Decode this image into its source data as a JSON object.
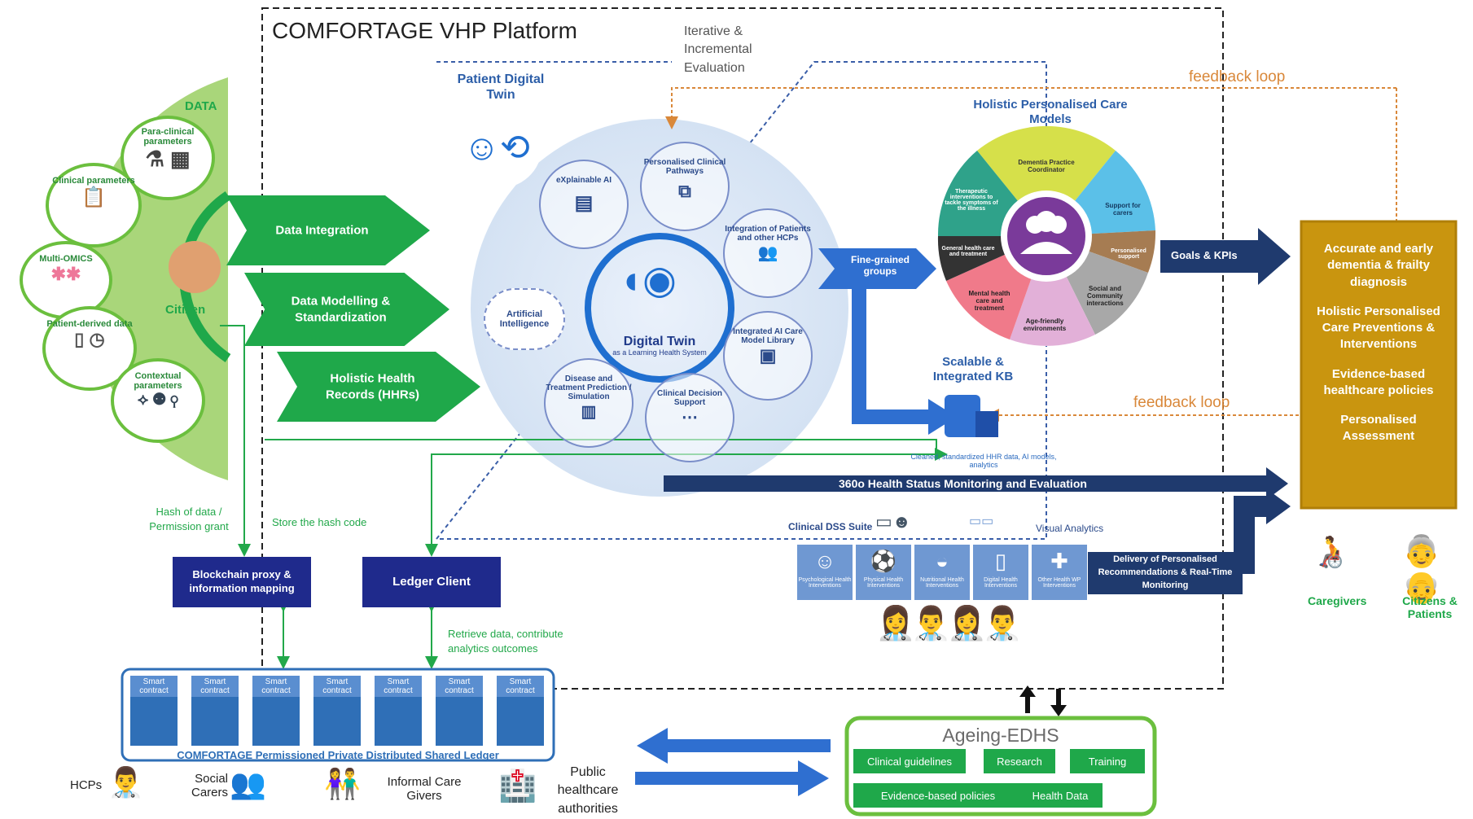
{
  "platform_title": "COMFORTAGE VHP Platform",
  "iterative_label": [
    "Iterative &",
    "Incremental",
    "Evaluation"
  ],
  "feedback_top": "feedback loop",
  "feedback_mid": "feedback loop",
  "data_panel": {
    "title": "DATA",
    "items": [
      "Para-clinical parameters",
      "Clinical parameters",
      "Multi-OMICS",
      "Patient-derived data",
      "Contextual parameters"
    ],
    "citizen": "Citizen"
  },
  "arrows": {
    "integration": "Data Integration",
    "modelling": "Data Modelling & Standardization",
    "hhr": "Holistic Health Records (HHRs)"
  },
  "digital_twin": {
    "patient_title": "Patient Digital Twin",
    "center_title": "Digital Twin",
    "center_sub": "as a Learning Health System",
    "nodes": [
      "eXplainable AI",
      "Personalised Clinical Pathways",
      "Integration of Patients and other HCPs",
      "Integrated AI Care Model Library",
      "Clinical Decision Support",
      "Disease and Treatment Prediction / Simulation"
    ],
    "ai_cloud": "Artificial Intelligence"
  },
  "fine_grained": "Fine-grained groups",
  "care_models": {
    "title": "Holistic Personalised Care Models",
    "segments": [
      "Dementia Practice Coordinator",
      "Support for carers",
      "Personalised support",
      "Social and Community interactions",
      "Age-friendly environments",
      "Mental health care and treatment",
      "General health care and treatment",
      "Therapeutic interventions to tackle symptoms of the illness"
    ]
  },
  "goals": "Goals & KPIs",
  "kb": {
    "title": "Scalable & Integrated KB",
    "caption": "Cleaned, standardized HHR data, AI models, analytics"
  },
  "monitoring_bar": "360o  Health Status Monitoring and Evaluation",
  "outcomes": [
    "Accurate and early dementia & frailty diagnosis",
    "Holistic Personalised Care Preventions & Interventions",
    "Evidence-based healthcare policies",
    "Personalised Assessment"
  ],
  "dss": {
    "clinical": "Clinical DSS Suite",
    "visual": "Visual Analytics",
    "services": [
      "Psychological Health Interventions",
      "Physical Health Interventions",
      "Nutritional Health Interventions",
      "Digital Health Interventions",
      "Other Health WP Interventions"
    ],
    "delivery": "Delivery of Personalised Recommendations & Real-Time Monitoring"
  },
  "people": {
    "caregivers": "Caregivers",
    "citizens": "Citizens & Patients"
  },
  "blockchain": {
    "hash_label": "Hash of data / Permission grant",
    "store_label": "Store the hash code",
    "proxy": "Blockchain proxy & information mapping",
    "ledger_client": "Ledger Client",
    "retrieve": "Retrieve data, contribute analytics outcomes",
    "contracts": [
      "Smart contract",
      "Smart contract",
      "Smart contract",
      "Smart contract",
      "Smart contract",
      "Smart contract",
      "Smart contract"
    ],
    "ledger_title": "COMFORTAGE Permissioned Private Distributed Shared Ledger"
  },
  "stakeholders": [
    "HCPs",
    "Social Carers",
    "Informal Care Givers",
    "Public healthcare authorities"
  ],
  "edhs": {
    "title": "Ageing-EDHS",
    "items": [
      "Clinical guidelines",
      "Research",
      "Training",
      "Evidence-based policies",
      "Health Data"
    ]
  },
  "colors": {
    "green": "#1fa84a",
    "navy": "#1f3a6e",
    "gold": "#c9950f",
    "orange": "#d9883a",
    "blue": "#2f6fb7"
  }
}
